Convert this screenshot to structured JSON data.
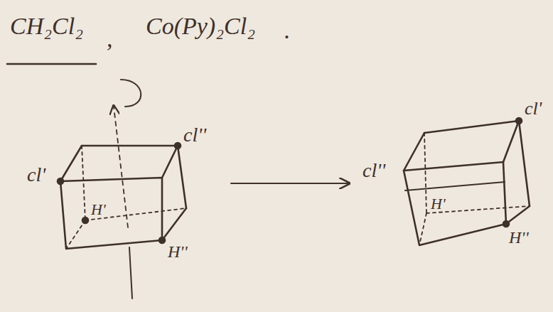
{
  "diagram": {
    "labels": [
      "CH₂Cl₂",
      ",",
      "Co(Py)₂Cl₂",
      ".",
      "cl'",
      "cl''",
      "H'",
      "H''",
      "cl''",
      "cl'",
      "H'",
      "H''"
    ]
  }
}
